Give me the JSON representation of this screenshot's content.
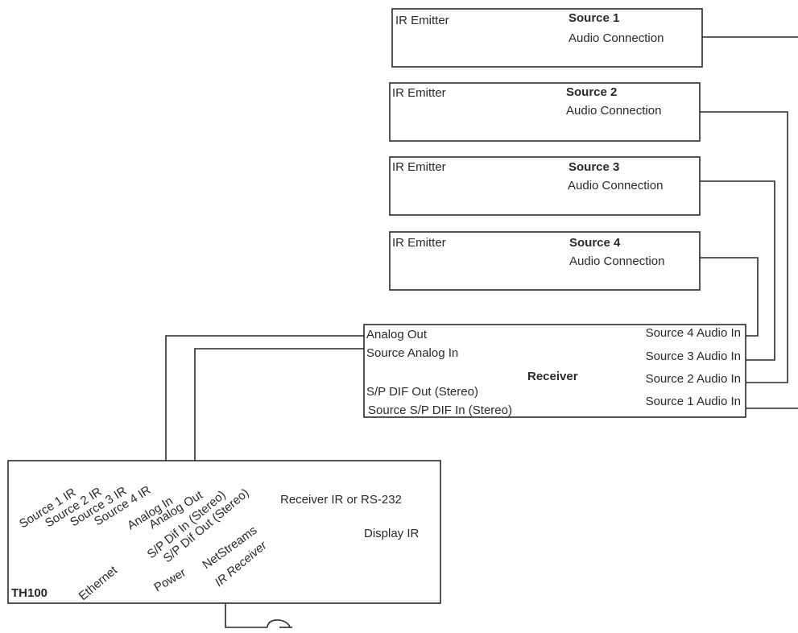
{
  "sources": [
    {
      "ir_label": "IR Emitter",
      "title": "Source 1",
      "audio_label": "Audio Connection"
    },
    {
      "ir_label": "IR Emitter",
      "title": "Source 2",
      "audio_label": "Audio Connection"
    },
    {
      "ir_label": "IR Emitter",
      "title": "Source 3",
      "audio_label": "Audio Connection"
    },
    {
      "ir_label": "IR Emitter",
      "title": "Source 4",
      "audio_label": "Audio Connection"
    }
  ],
  "receiver": {
    "title": "Receiver",
    "left_ports": [
      "Analog Out",
      "Source Analog In",
      "S/P DIF Out (Stereo)",
      "Source S/P DIF In (Stereo)"
    ],
    "right_ports": [
      "Source 4 Audio In",
      "Source 3 Audio In",
      "Source 2 Audio In",
      "Source 1 Audio In"
    ]
  },
  "th100": {
    "title": "TH100",
    "top_ports": [
      "Source 1 IR",
      "Source 2 IR",
      "Source 3 IR",
      "Source 4 IR",
      "Analog In",
      "Analog Out",
      "S/P Dif In (Stereo)",
      "S/P Dif Out (Stereo)"
    ],
    "bottom_ports": [
      "Ethernet",
      "Power"
    ],
    "netstreams_lines": [
      "NetStreams",
      "IR Receiver"
    ],
    "right_labels": [
      "Receiver IR or RS-232",
      "Display IR"
    ]
  },
  "colors": {
    "line": "#2a2a2a",
    "background": "#ffffff"
  }
}
